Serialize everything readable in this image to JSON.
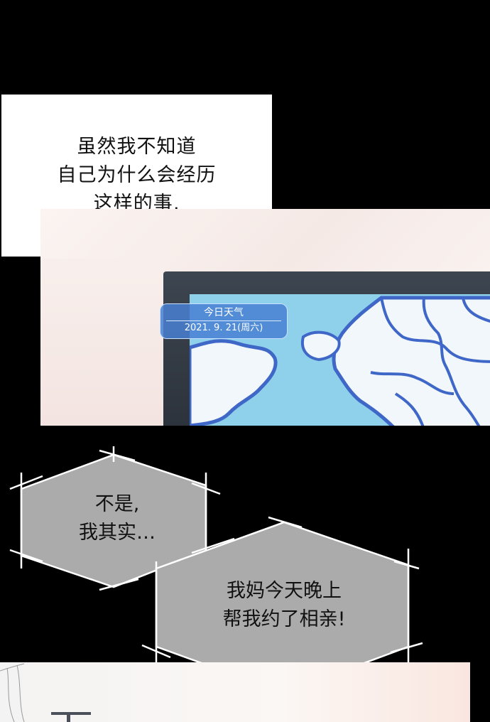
{
  "narration": {
    "lines": [
      "虽然我不知道",
      "自己为什么会经历",
      "这样的事,"
    ]
  },
  "tv": {
    "weather_title": "今日天气",
    "weather_date": "2021. 9. 21(周六)"
  },
  "bubbles": [
    {
      "lines": [
        "不是,",
        "我其实…"
      ]
    },
    {
      "lines": [
        "我妈今天晚上",
        "帮我约了相亲!"
      ]
    }
  ]
}
